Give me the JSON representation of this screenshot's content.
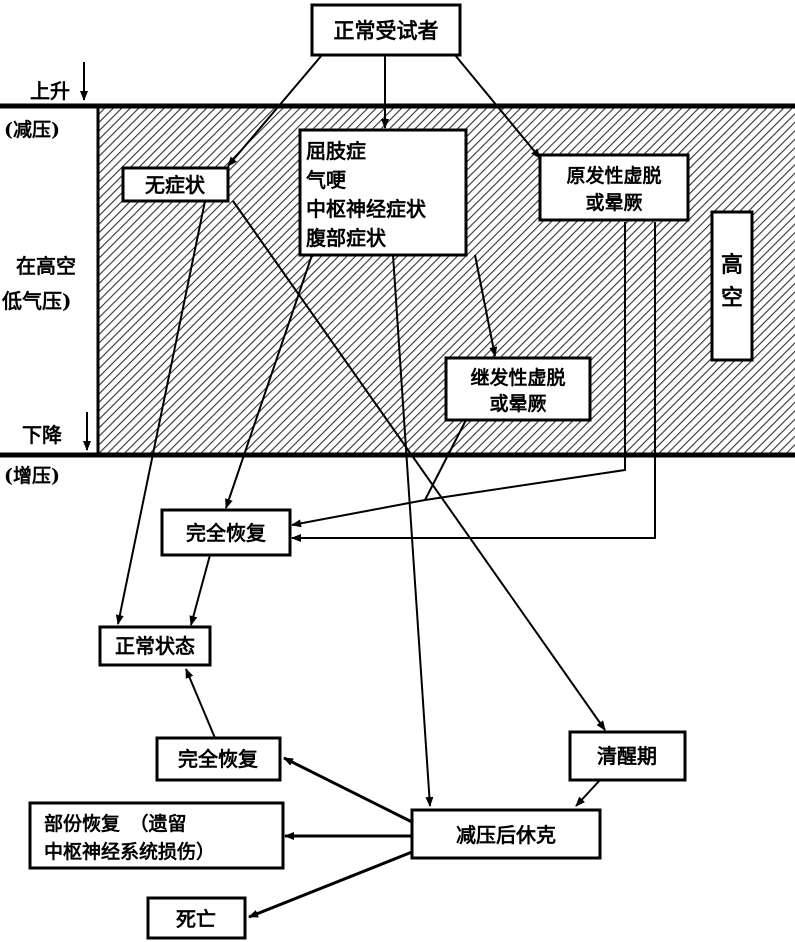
{
  "title_box": "正常受试者",
  "side_labels": {
    "ascend": "上升",
    "decompress": "(减压)",
    "at_altitude_1": "在高空",
    "at_altitude_2": "低气压)",
    "descend": "下降",
    "compress": "(增压)"
  },
  "altitude_zone_label": [
    "高",
    "空"
  ],
  "nodes": {
    "no_symptoms": "无症状",
    "symptoms": [
      "屈肢症",
      "气哽",
      "中枢神经症状",
      "腹部症状"
    ],
    "primary_collapse": [
      "原发性虚脱",
      "或晕厥"
    ],
    "secondary_collapse": [
      "继发性虚脱",
      "或晕厥"
    ],
    "full_recovery_upper": "完全恢复",
    "normal_state": "正常状态",
    "full_recovery_lower": "完全恢复",
    "lucid_period": "清醒期",
    "post_decompression_shock": "减压后休克",
    "partial_recovery": [
      "部份恢复　（遗留",
      "中枢神经系统损伤）"
    ],
    "death": "死亡"
  }
}
